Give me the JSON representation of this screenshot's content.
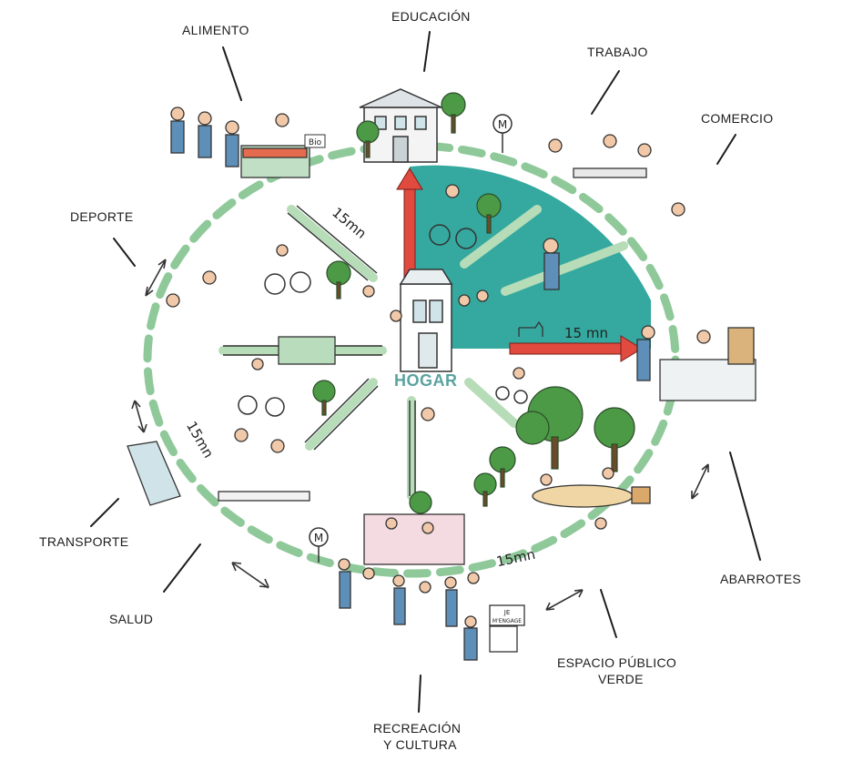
{
  "center": {
    "label": "HOGAR"
  },
  "categories": {
    "educacion": "EDUCACIÓN",
    "alimento": "ALIMENTO",
    "trabajo": "TRABAJO",
    "comercio": "COMERCIO",
    "deporte": "DEPORTE",
    "abarrotes": "ABARROTES",
    "transporte": "TRANSPORTE",
    "salud": "SALUD",
    "espacio_publico_1": "ESPACIO PÚBLICO",
    "espacio_publico_2": "VERDE",
    "recreacion_1": "RECREACIÓN",
    "recreacion_2": "Y CULTURA"
  },
  "time_labels": {
    "top_left": "15mn",
    "right": "15 mn",
    "left": "15mn",
    "bottom": "15mn"
  },
  "signs": {
    "market": "Bio",
    "vote_1": "JE",
    "vote_2": "M'ENGAGE",
    "metro": "M"
  },
  "colors": {
    "zone": "#2aa49a",
    "ring": "#8fc99a",
    "arrow": "#e04a3f",
    "hogar": "#5aa3a0"
  }
}
